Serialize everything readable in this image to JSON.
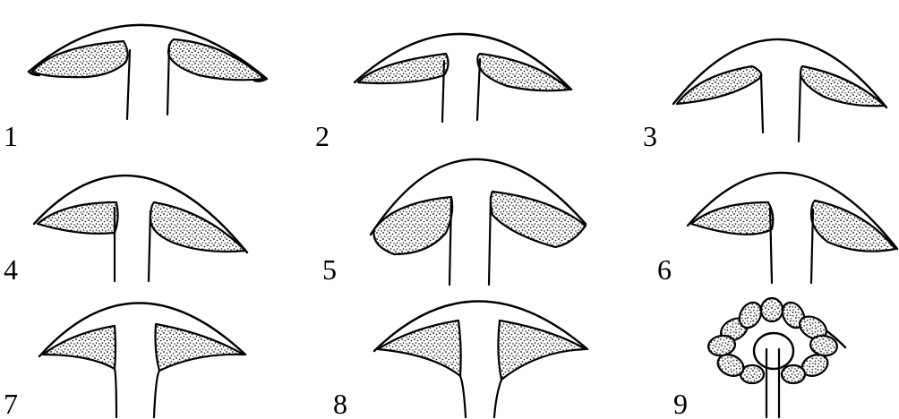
{
  "figure": {
    "panels": [
      {
        "label": "1",
        "attachment": "free, narrow"
      },
      {
        "label": "2",
        "attachment": "free, narrow"
      },
      {
        "label": "3",
        "attachment": "adnexed"
      },
      {
        "label": "4",
        "attachment": "free"
      },
      {
        "label": "5",
        "attachment": "adnate"
      },
      {
        "label": "6",
        "attachment": "sinuate"
      },
      {
        "label": "7",
        "attachment": "decurrent"
      },
      {
        "label": "8",
        "attachment": "long decurrent"
      },
      {
        "label": "9",
        "attachment": "collarium"
      }
    ],
    "colors": {
      "ink": "#000000",
      "background": "#ffffff"
    }
  }
}
